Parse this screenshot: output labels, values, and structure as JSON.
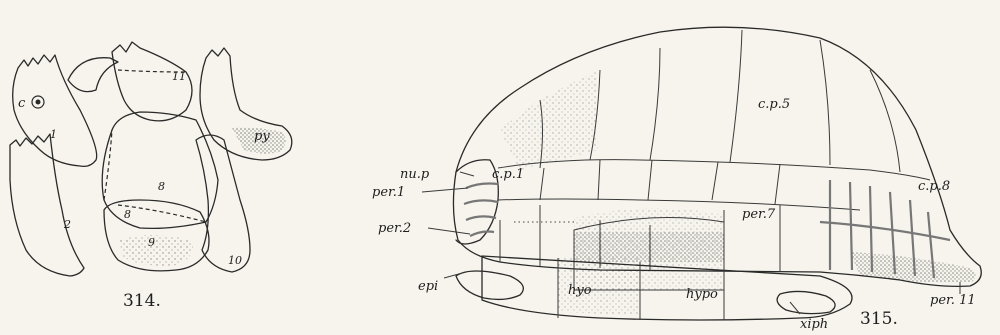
{
  "figure_314": {
    "number": "314.",
    "labels": {
      "c": "c",
      "one": "1",
      "two": "2",
      "eight_a": "8",
      "eight_b": "8",
      "nine": "9",
      "ten": "10",
      "eleven": "11",
      "py": "py"
    }
  },
  "figure_315": {
    "number": "315.",
    "labels": {
      "nup": "nu.p",
      "cp1": "c.p.1",
      "cp5": "c.p.5",
      "cp8": "c.p.8",
      "per1": "per.1",
      "per2": "per.2",
      "per7": "per.7",
      "per11": "per. 11",
      "epi": "epi",
      "hyo": "hyo",
      "hypo": "hypo",
      "xiph": "xiph"
    }
  }
}
